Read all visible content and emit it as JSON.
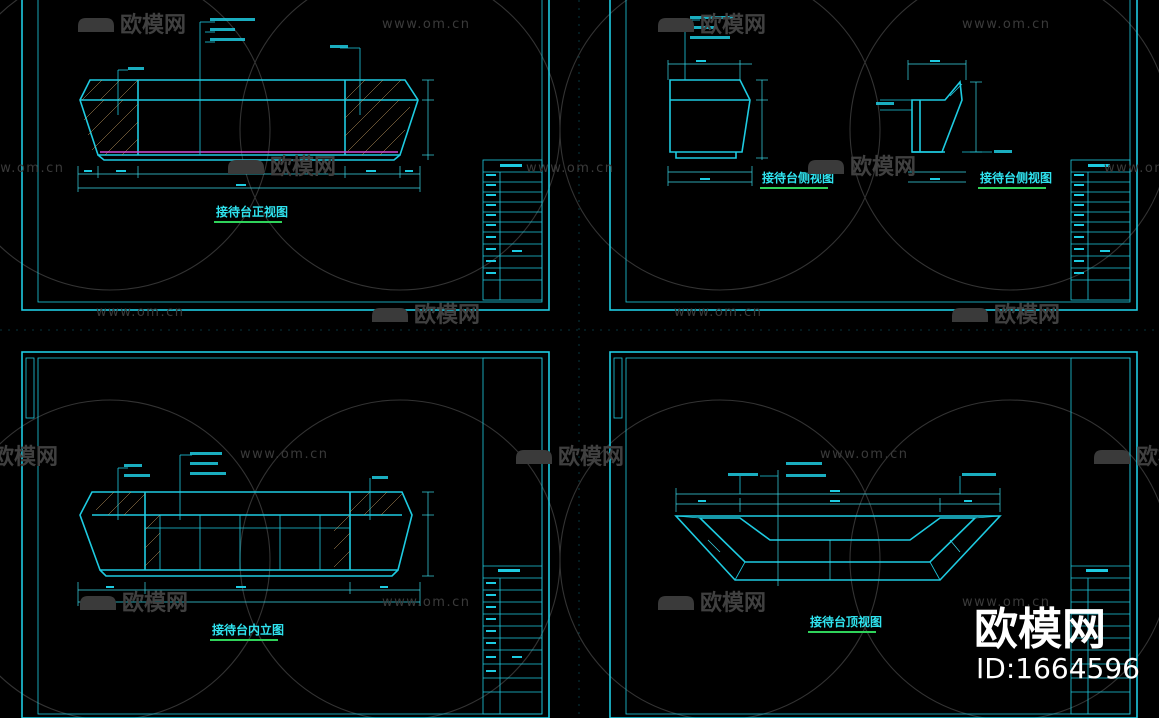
{
  "sheets": [
    {
      "title": "接待台正视图"
    },
    {
      "title": "接待台侧视图",
      "title2": "接待台侧视图"
    },
    {
      "title": "接待台内立图"
    },
    {
      "title": "接待台顶视图"
    }
  ],
  "watermark": {
    "brand_cn": "欧模网",
    "url": "www.om.cn"
  },
  "brand": {
    "name": "欧模网",
    "id_text": "ID:1664596"
  },
  "colors": {
    "background": "#000000",
    "line": "#1ecbe1",
    "title_underline": "#2fd35a",
    "accent": "#d14bd6",
    "hatch": "#c9a063"
  }
}
